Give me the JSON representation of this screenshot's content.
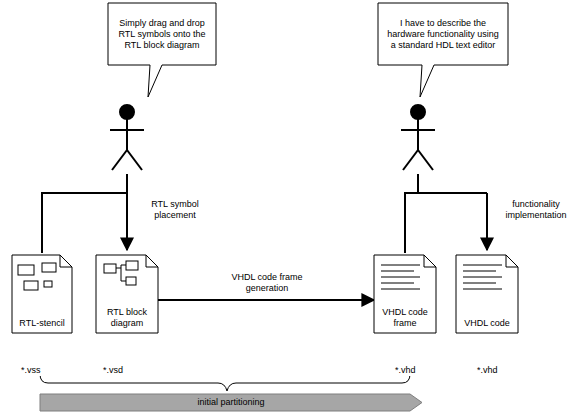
{
  "diagram": {
    "nodes": [
      {
        "text": [
          "Simply drag and drop RTL symbols onto the RTL block diagram"
        ]
      },
      {
        "text": [
          "I have to describe the hardware functionality using a standard HDL text editor"
        ]
      },
      {
        "text": [
          "RTL-stencil",
          "*.vss"
        ]
      },
      {
        "text": [
          "RTL block diagram",
          "*.vsd"
        ]
      },
      {
        "text": [
          "VHDL code frame",
          "*.vhd"
        ]
      },
      {
        "text": [
          "VHDL code",
          "*.vhd"
        ]
      },
      {
        "text": [
          "initial partitioning"
        ]
      }
    ],
    "edges": [
      {
        "from": 3,
        "to": 4,
        "label": "VHDL code frame generation",
        "arrow": "to"
      }
    ],
    "labels": [
      "RTL symbol placement",
      "functionality implementation"
    ]
  }
}
